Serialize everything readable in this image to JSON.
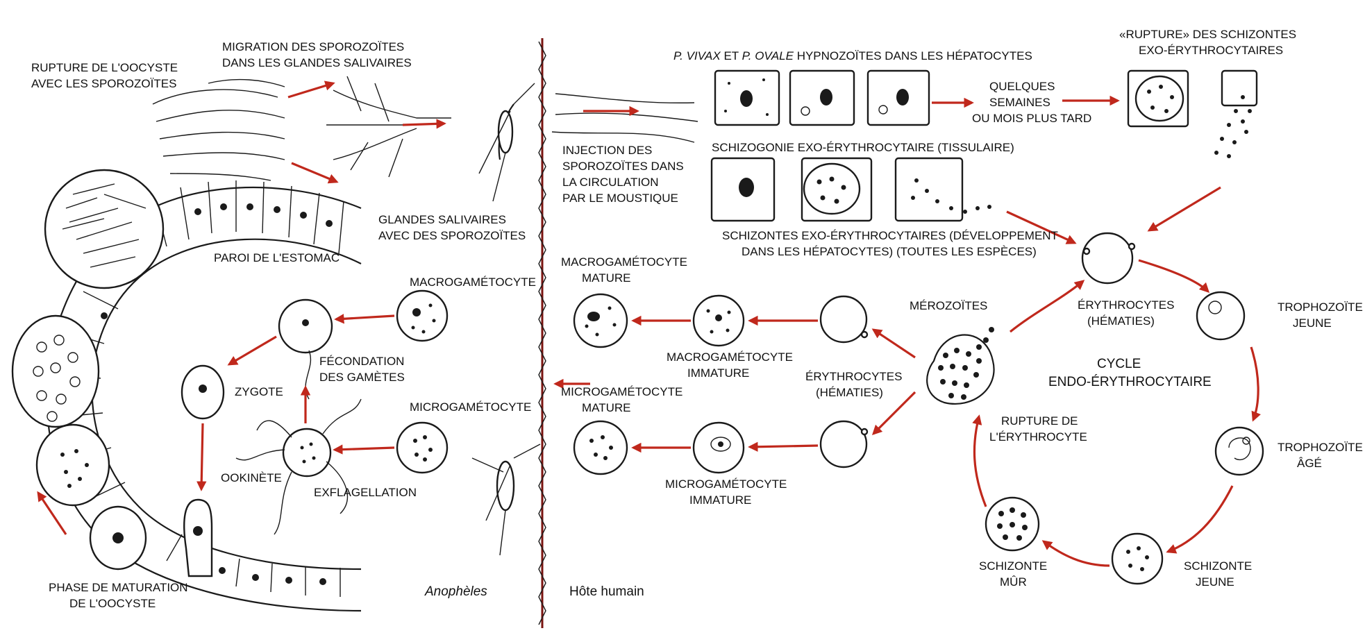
{
  "colors": {
    "arrow": "#c0281c",
    "ink": "#1a1a1a",
    "background": "#ffffff"
  },
  "mosquito_side": {
    "title": "Anophèles",
    "rupture_oocyste": [
      "RUPTURE DE L'OOCYSTE",
      "AVEC LES SPOROZOÏTES"
    ],
    "migration": [
      "MIGRATION DES SPOROZOÏTES",
      "DANS LES GLANDES SALIVAIRES"
    ],
    "glandes": [
      "GLANDES SALIVAIRES",
      "AVEC DES SPOROZOÏTES"
    ],
    "paroi": "PAROI DE L'ESTOMAC",
    "macrogametocyte": "MACROGAMÉTOCYTE",
    "microgametocyte": "MICROGAMÉTOCYTE",
    "fecondation": [
      "FÉCONDATION",
      "DES GAMÈTES"
    ],
    "zygote": "ZYGOTE",
    "exflagellation": "EXFLAGELLATION",
    "ookinete": "OOKINÈTE",
    "maturation": [
      "PHASE DE MATURATION",
      "DE L'OOCYSTE"
    ]
  },
  "human_side": {
    "title": "Hôte humain",
    "hypnozoites": {
      "italic": "P. VIVAX",
      "mid": " ET ",
      "italic2": "P. OVALE",
      "rest": " HYPNOZOÏTES DANS LES HÉPATOCYTES"
    },
    "quelques": [
      "QUELQUES",
      "SEMAINES",
      "OU MOIS PLUS TARD"
    ],
    "rupture_schizontes": [
      "«RUPTURE» DES SCHIZONTES",
      "EXO-ÉRYTHROCYTAIRES"
    ],
    "injection": [
      "INJECTION DES",
      "SPOROZOÏTES DANS",
      "LA CIRCULATION",
      "PAR LE MOUSTIQUE"
    ],
    "schizogonie": "SCHIZOGONIE EXO-ÉRYTHROCYTAIRE (TISSULAIRE)",
    "schizontes_exo": [
      "SCHIZONTES EXO-ÉRYTHROCYTAIRES (DÉVELOPPEMENT",
      "DANS LES HÉPATOCYTES) (TOUTES LES ESPÈCES)"
    ],
    "macro_mature": [
      "MACROGAMÉTOCYTE",
      "MATURE"
    ],
    "macro_immature": [
      "MACROGAMÉTOCYTE",
      "IMMATURE"
    ],
    "micro_mature": [
      "MICROGAMÉTOCYTE",
      "MATURE"
    ],
    "micro_immature": [
      "MICROGAMÉTOCYTE",
      "IMMATURE"
    ],
    "erythrocytes_left": [
      "ÉRYTHROCYTES",
      "(HÉMATIES)"
    ],
    "merozoites": "MÉROZOÏTES",
    "erythrocytes_top": [
      "ÉRYTHROCYTES",
      "(HÉMATIES)"
    ],
    "cycle": [
      "CYCLE",
      "ENDO-ÉRYTHROCYTAIRE"
    ],
    "troph_jeune": [
      "TROPHOZOÏTE",
      "JEUNE"
    ],
    "troph_age": [
      "TROPHOZOÏTE",
      "ÂGÉ"
    ],
    "schiz_jeune": [
      "SCHIZONTE",
      "JEUNE"
    ],
    "schiz_mur": [
      "SCHIZONTE",
      "MÛR"
    ],
    "rupture_ery": [
      "RUPTURE DE",
      "L'ÉRYTHROCYTE"
    ]
  }
}
